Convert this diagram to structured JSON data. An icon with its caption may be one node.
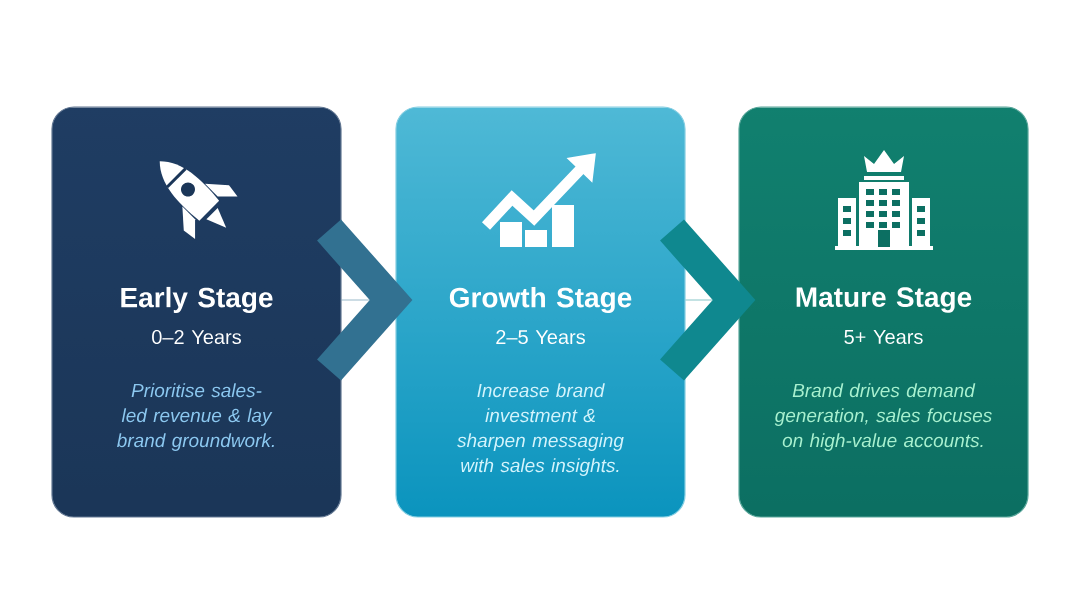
{
  "diagram": {
    "nodes": [
      {
        "text": [
          "Early Stage",
          "0–2 Years",
          "Prioritise sales-led revenue & lay brand groundwork."
        ]
      },
      {
        "text": [
          "Growth Stage",
          "2–5 Years",
          "Increase brand investment & sharpen messaging with sales insights."
        ]
      },
      {
        "text": [
          "Mature Stage",
          "5+ Years",
          "Brand drives demand generation, sales focuses on high-value accounts."
        ]
      }
    ],
    "edges": [
      {
        "from": 0,
        "to": 1,
        "arrow": "to"
      },
      {
        "from": 1,
        "to": 2,
        "arrow": "to"
      }
    ]
  }
}
